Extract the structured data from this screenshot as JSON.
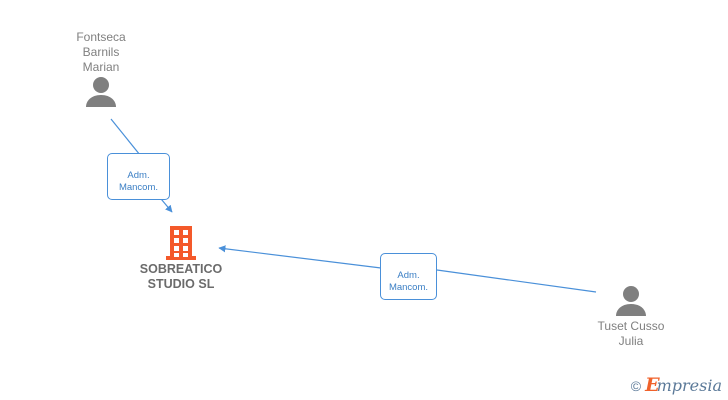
{
  "diagram": {
    "title": "SOBREATICO STUDIO SL relationship graph",
    "colors": {
      "edge": "#4a90d9",
      "label_border": "#4a90d9",
      "label_text": "#3a7ec4",
      "person_text": "#808080",
      "company_text": "#6b6b6b",
      "company_icon": "#f4592a",
      "avatar": "#7f7f7f",
      "background": "#ffffff"
    },
    "company": {
      "name": "SOBREATICO\nSTUDIO  SL",
      "icon": "building-icon"
    },
    "persons": [
      {
        "id": "fontseca",
        "name": "Fontseca\nBarnils\nMarian",
        "icon": "person-avatar-icon"
      },
      {
        "id": "tuset",
        "name": "Tuset Cusso\nJulia",
        "icon": "person-avatar-icon"
      }
    ],
    "edges": [
      {
        "id": "edge-fontseca",
        "from": "fontseca",
        "to": "company",
        "label": "Adm.\nMancom."
      },
      {
        "id": "edge-tuset",
        "from": "tuset",
        "to": "company",
        "label": "Adm.\nMancom."
      }
    ]
  },
  "watermark": {
    "copyright": "©",
    "brand_initial": "E",
    "brand_rest": "mpresia"
  }
}
